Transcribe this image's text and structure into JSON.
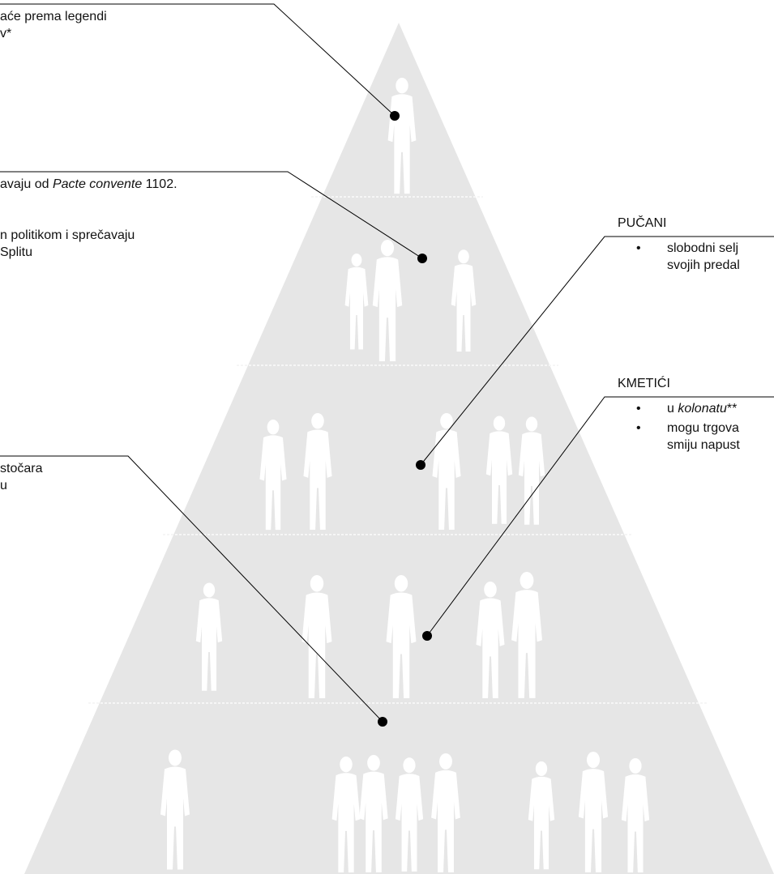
{
  "top_left": {
    "line1": "aće prema legendi",
    "line2": "v*"
  },
  "mid_left": {
    "line1_a": "avaju od ",
    "line1_italic": "Pacte convente",
    "line1_b": " 1102.",
    "line2": "n politikom i sprečavaju",
    "line3": "Splitu"
  },
  "low_left": {
    "line1": "stočara",
    "line2": "u"
  },
  "pucani": {
    "title": "PUČANI",
    "bullet_symbol": "•",
    "bullets": [
      {
        "line1": "slobodni selj",
        "line2": "svojih predal"
      }
    ]
  },
  "kmetici": {
    "title": "KMETIĆI",
    "bullet_symbol": "•",
    "b1_a": "u ",
    "b1_italic": "kolonatu",
    "b1_b": "**",
    "b2_line1": "mogu trgova",
    "b2_line2": "smiju napust"
  },
  "colors": {
    "pyramid_fill": "#e6e6e6",
    "band_divider": "#f4f4f4",
    "silhouette": "#ffffff",
    "line": "#000000"
  },
  "icons": [
    "person-silhouette-icon",
    "pointer-dot-icon"
  ]
}
